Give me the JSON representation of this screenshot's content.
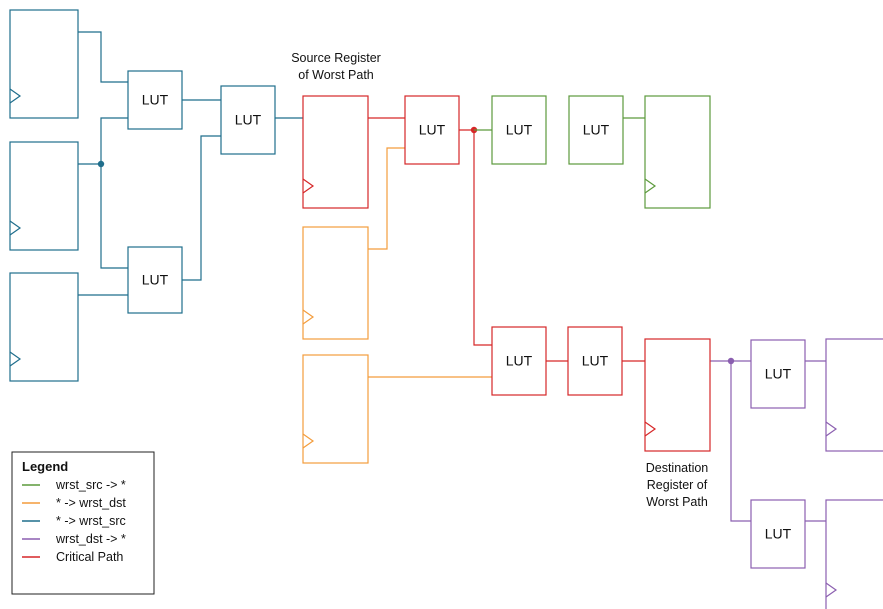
{
  "colors": {
    "wrst_src_out": "#5c9a3c",
    "to_wrst_dst": "#f39c3c",
    "to_wrst_src": "#1f6e8c",
    "wrst_dst_out": "#8b5fb0",
    "critical": "#d62728",
    "text": "#111111"
  },
  "lut_label": "LUT",
  "annotations": {
    "source_register": [
      "Source Register",
      "of Worst Path"
    ],
    "destination_register": [
      "Destination",
      "Register of",
      "Worst Path"
    ]
  },
  "legend": {
    "title": "Legend",
    "entries": [
      {
        "label": "wrst_src -> *",
        "color_key": "wrst_src_out"
      },
      {
        "label": "* -> wrst_dst",
        "color_key": "to_wrst_dst"
      },
      {
        "label": "* -> wrst_src",
        "color_key": "to_wrst_src"
      },
      {
        "label": "wrst_dst -> *",
        "color_key": "wrst_dst_out"
      },
      {
        "label": "Critical Path",
        "color_key": "critical"
      }
    ]
  }
}
